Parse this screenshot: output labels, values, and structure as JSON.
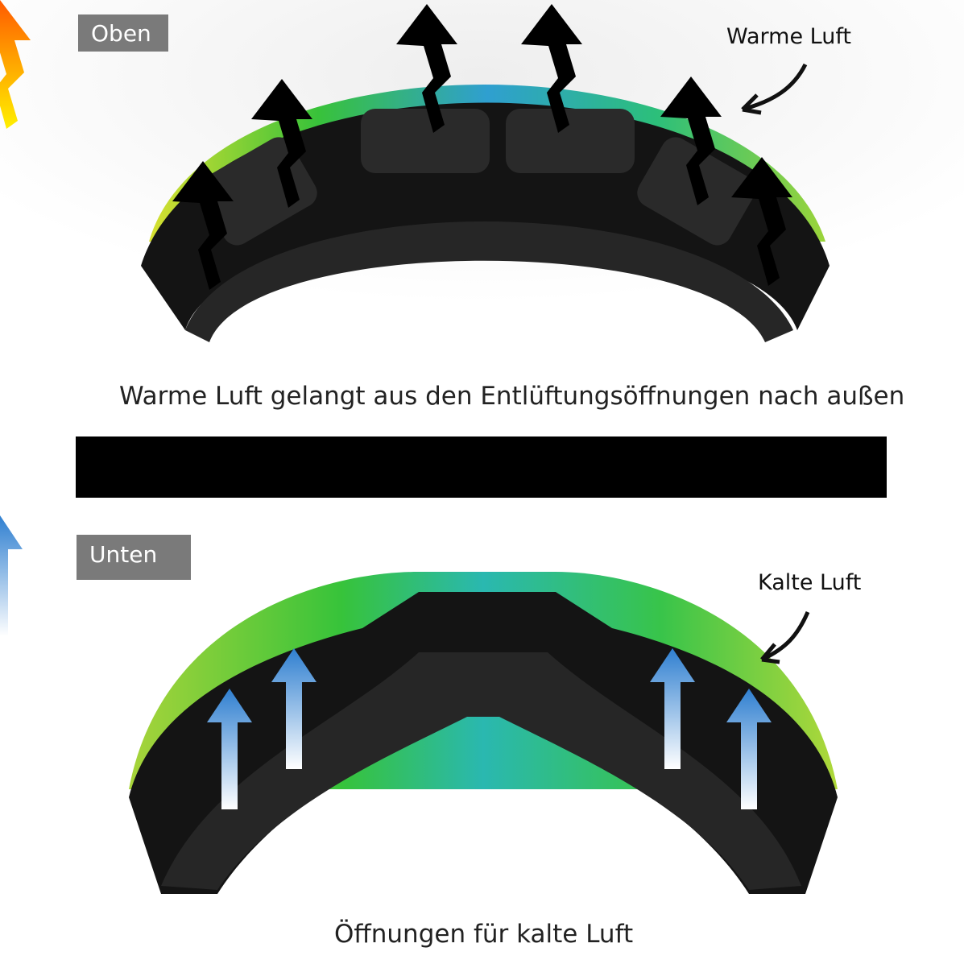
{
  "top": {
    "tag": "Oben",
    "note": "Warme Luft",
    "caption": "Warme Luft gelangt aus den Entlüftungsöffnungen nach außen"
  },
  "bottom": {
    "tag": "Unten",
    "note": "Kalte Luft",
    "caption": "Öffnungen für kalte Luft"
  },
  "colors": {
    "warm_arrow_top": "#ff6a00",
    "warm_arrow_bottom": "#ffe600",
    "cold_arrow_top": "#3d8fd6",
    "cold_arrow_bottom": "#ffffff",
    "lens_green": "#3ec832",
    "frame": "#141414",
    "tag_bg": "#7a7a7a"
  },
  "icons": {
    "warm_arrows": "flame-arrow-icon",
    "cold_arrows": "blue-up-arrow-icon",
    "pointer": "curved-pointer-arrow-icon"
  }
}
